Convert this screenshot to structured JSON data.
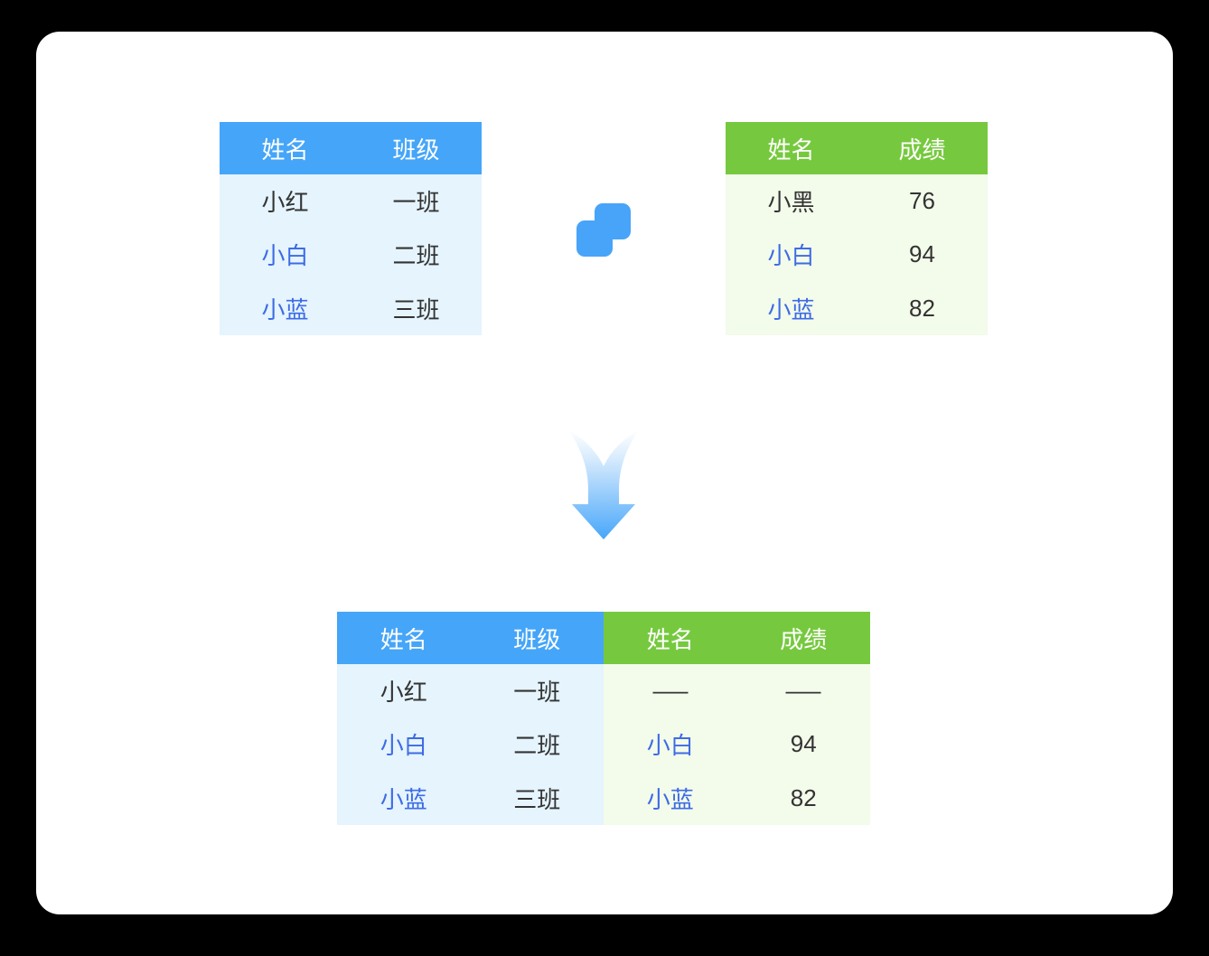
{
  "colors": {
    "blue_header": "#45A5F8",
    "blue_body": "#E5F4FD",
    "green_header": "#76C93E",
    "green_body": "#F3FBEA",
    "text_dark": "#333333",
    "text_highlight_blue": "#3D6BE5",
    "merge_icon_blue": "#47A4F9",
    "arrow_blue": "#47A6FA",
    "card_background": "#ffffff"
  },
  "icons": {
    "merge_icon": "overlapping-squares",
    "down_arrow_icon": "gradient-down-arrow"
  },
  "tables": {
    "top_left": {
      "headers": [
        "姓名",
        "班级"
      ],
      "rows": [
        [
          "小红",
          "一班"
        ],
        [
          "小白",
          "二班"
        ],
        [
          "小蓝",
          "三班"
        ]
      ]
    },
    "top_right": {
      "headers": [
        "姓名",
        "成绩"
      ],
      "rows": [
        [
          "小黑",
          "76"
        ],
        [
          "小白",
          "94"
        ],
        [
          "小蓝",
          "82"
        ]
      ]
    },
    "merged": {
      "left_headers": [
        "姓名",
        "班级"
      ],
      "right_headers": [
        "姓名",
        "成绩"
      ],
      "rows": [
        [
          "小红",
          "一班",
          "—",
          "—"
        ],
        [
          "小白",
          "二班",
          "小白",
          "94"
        ],
        [
          "小蓝",
          "三班",
          "小蓝",
          "82"
        ]
      ]
    }
  }
}
